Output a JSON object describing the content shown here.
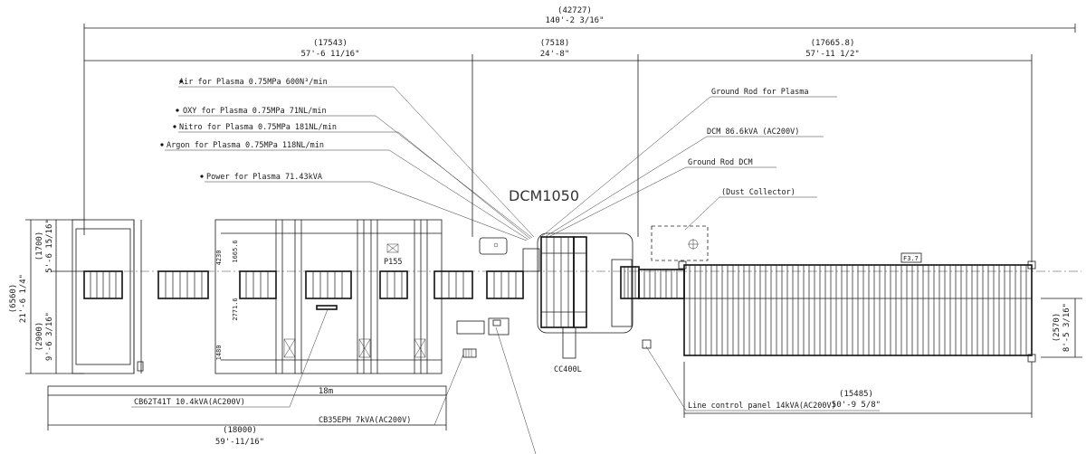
{
  "dimensions": {
    "overall": {
      "metric": "(42727)",
      "imperial": "140'-2 3/16\""
    },
    "left": {
      "metric": "(17543)",
      "imperial": "57'-6 11/16\""
    },
    "middle": {
      "metric": "(7518)",
      "imperial": "24'-8\""
    },
    "right": {
      "metric": "(17665.8)",
      "imperial": "57'-11 1/2\""
    },
    "left_height_total": {
      "metric": "(6560)",
      "imperial": "21'-6 1/4\""
    },
    "left_height_upper": {
      "metric": "(1700)",
      "imperial": "5'-6 15/16\""
    },
    "left_height_lower": {
      "metric": "(2900)",
      "imperial": "9'-6 3/16\""
    },
    "right_height": {
      "metric": "(2570)",
      "imperial": "8'-5 3/16\""
    },
    "bottom_right": {
      "metric": "(15485)",
      "imperial": "50'-9 5/8\""
    },
    "bottom_left": {
      "metric": "(18000)",
      "imperial": "59'-11/16\""
    },
    "bottom_bar": "18m",
    "inner_v1": "1665.6",
    "inner_v2": "2771.6",
    "inner_v3": "1480",
    "inner_v4": "4230"
  },
  "title": "DCM1050",
  "callouts": {
    "air": "Air for  Plasma 0.75MPa  600N³/min",
    "oxy": "OXY for  Plasma 0.75MPa 71NL/min",
    "nitro": "Nitro for  Plasma 0.75MPa 181NL/min",
    "argon": "Argon for  Plasma 0.75MPa 118NL/min",
    "power": "Power for Plasma 71.43kVA",
    "ground_plasma": "Ground Rod for Plasma",
    "dcm_power": "DCM 86.6kVA (AC200V)",
    "ground_dcm": "Ground Rod DCM",
    "dust": "(Dust Collector)",
    "cb62": "CB62T41T  10.4kVA(AC200V)",
    "cb35": "CB35EPH  7kVA(AC200V)",
    "line_panel": "Line control panel 14kVA(AC200V)",
    "cc400": "CC400L",
    "p155": "P155",
    "f37": "F3.7"
  }
}
